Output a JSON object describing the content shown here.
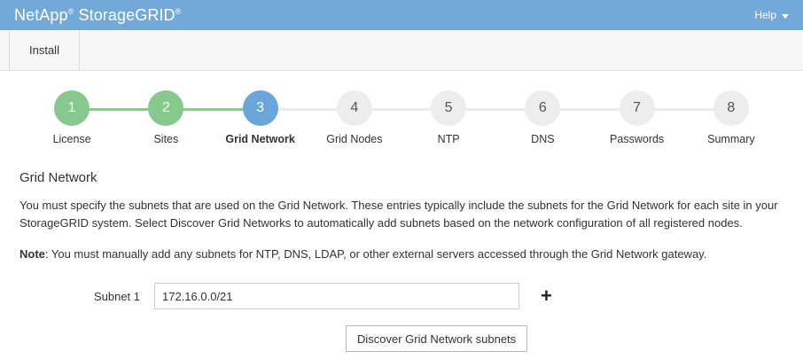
{
  "header": {
    "brand_name": "NetApp",
    "brand_tm1": "®",
    "brand_product": "StorageGRID",
    "brand_tm2": "®",
    "help_label": "Help",
    "bar_color": "#72a9d8"
  },
  "tabs": [
    {
      "label": "Install",
      "active": true
    }
  ],
  "wizard": {
    "active_step": 3,
    "done_color": "#86c88d",
    "active_color": "#6aa6d9",
    "inactive_color": "#ededed",
    "steps": [
      {
        "number": "1",
        "label": "License",
        "state": "done"
      },
      {
        "number": "2",
        "label": "Sites",
        "state": "done"
      },
      {
        "number": "3",
        "label": "Grid Network",
        "state": "active"
      },
      {
        "number": "4",
        "label": "Grid Nodes",
        "state": "todo"
      },
      {
        "number": "5",
        "label": "NTP",
        "state": "todo"
      },
      {
        "number": "6",
        "label": "DNS",
        "state": "todo"
      },
      {
        "number": "7",
        "label": "Passwords",
        "state": "todo"
      },
      {
        "number": "8",
        "label": "Summary",
        "state": "todo"
      }
    ]
  },
  "main": {
    "title": "Grid Network",
    "description": "You must specify the subnets that are used on the Grid Network. These entries typically include the subnets for the Grid Network for each site in your StorageGRID system. Select Discover Grid Networks to automatically add subnets based on the network configuration of all registered nodes.",
    "note_prefix": "Note",
    "note_text": ": You must manually add any subnets for NTP, DNS, LDAP, or other external servers accessed through the Grid Network gateway.",
    "subnet_label": "Subnet 1",
    "subnet_value": "172.16.0.0/21",
    "subnet_placeholder": "",
    "add_icon": "+",
    "discover_button": "Discover Grid Network subnets"
  }
}
